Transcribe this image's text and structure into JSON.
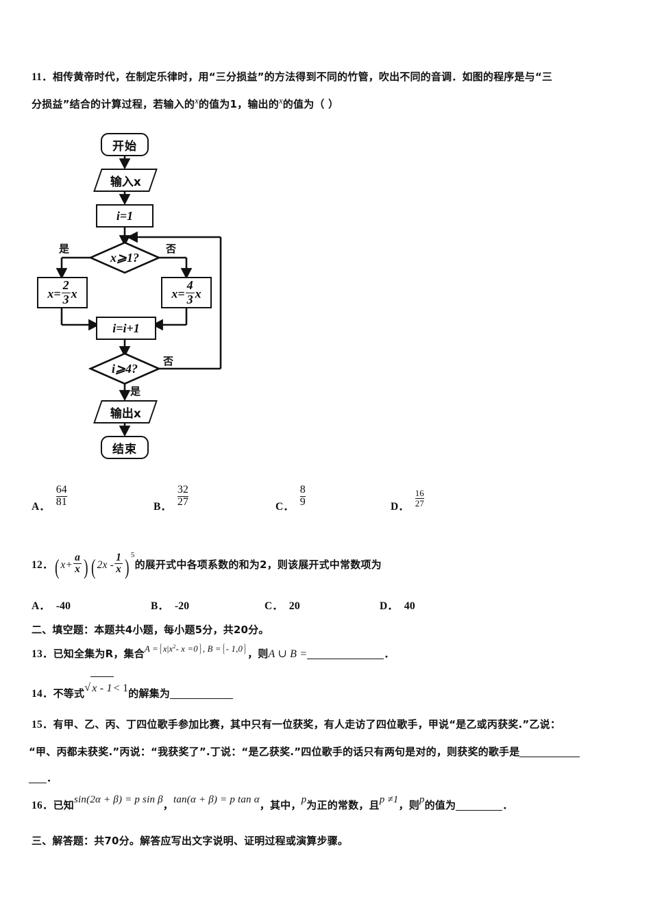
{
  "document": {
    "type": "math-exam-paper",
    "language": "zh-CN"
  },
  "q11": {
    "number": "11．",
    "line1": "相传黄帝时代，在制定乐律时，用“三分损益”的方法得到不同的竹管，吹出不同的音调．如图的程序是与“三",
    "line2_a": "分损益”结合的计算过程，若输入的",
    "line2_x1": "x",
    "line2_b": "的值为1，输出的",
    "line2_x2": "x",
    "line2_c": "的值为（   ）",
    "options": [
      {
        "label": "A．",
        "num": "64",
        "den": "81"
      },
      {
        "label": "B．",
        "num": "32",
        "den": "27"
      },
      {
        "label": "C．",
        "num": "8",
        "den": "9"
      },
      {
        "label": "D．",
        "num": "16",
        "den": "27"
      }
    ]
  },
  "flowchart": {
    "nodes": {
      "start": "开始",
      "input": "输入x",
      "init_i": "i=1",
      "cond1": "x⩾1?",
      "branch_yes_left": {
        "lhs": "x=",
        "num": "2",
        "den": "3",
        "rhs": "x"
      },
      "branch_no_right": {
        "lhs": "x=",
        "num": "4",
        "den": "3",
        "rhs": "x"
      },
      "increment": "i=i+1",
      "cond2": "i⩾4?",
      "output": "输出x",
      "end": "结束"
    },
    "labels": {
      "cond1_yes": "是",
      "cond1_no": "否",
      "cond2_no": "否",
      "cond2_yes": "是"
    }
  },
  "q12": {
    "number": "12．",
    "expr_a": "x+",
    "expr_frac1": {
      "num": "a",
      "den": "x"
    },
    "expr_b": "2x -",
    "expr_frac2": {
      "num": "1",
      "den": "x"
    },
    "exponent": "5",
    "text": "的展开式中各项系数的和为2，则该展开式中常数项为",
    "options": [
      {
        "label": "A．",
        "value": "-40"
      },
      {
        "label": "B．",
        "value": "-20"
      },
      {
        "label": "C．",
        "value": "20"
      },
      {
        "label": "D．",
        "value": "40"
      }
    ]
  },
  "section2": {
    "heading": "二、填空题：本题共4小题，每小题5分，共20分。"
  },
  "q13": {
    "number": "13．",
    "text_a": "已知全集为R，集合",
    "math_A_lhs": "A =",
    "math_A_body_x": "x",
    "math_A_body_cond": "x",
    "math_A_body_sup": "2",
    "math_A_body_rest": "- x =0",
    "math_B_lhs": ", B =",
    "math_B_body": "- 1,0",
    "text_b": "，则",
    "math_union": "A ∪ B =",
    "blank": "",
    "tail": "．"
  },
  "q14": {
    "number": "14．",
    "text_a": "不等式",
    "math_rad": "x - 1",
    "math_rel": "< 1",
    "text_b": "的解集为",
    "blank": ""
  },
  "q15": {
    "number": "15．",
    "line1": "有甲、乙、丙、丁四位歌手参加比赛，其中只有一位获奖，有人走访了四位歌手，甲说“是乙或丙获奖.”乙说：",
    "line2": "“甲、丙都未获奖.”丙说：“我获奖了”.丁说：“是乙获奖.”四位歌手的话只有两句是对的，则获奖的歌手是",
    "line3": "．"
  },
  "q16": {
    "number": "16．",
    "text_a": "已知",
    "math_1": "sin(2α + β) = p sin β",
    "sep1": "，",
    "math_2": "tan(α + β) = p tan α",
    "sep2": "，其中，",
    "math_p1": "p",
    "text_b": "为正的常数，且",
    "math_p2": "p ≠1",
    "text_c": "，则",
    "math_p3": "p",
    "text_d": "的值为",
    "tail": "．"
  },
  "section3": {
    "heading": "三、解答题：共70分。解答应写出文字说明、证明过程或演算步骤。"
  },
  "colors": {
    "ink": "#111111",
    "paper": "#ffffff"
  }
}
